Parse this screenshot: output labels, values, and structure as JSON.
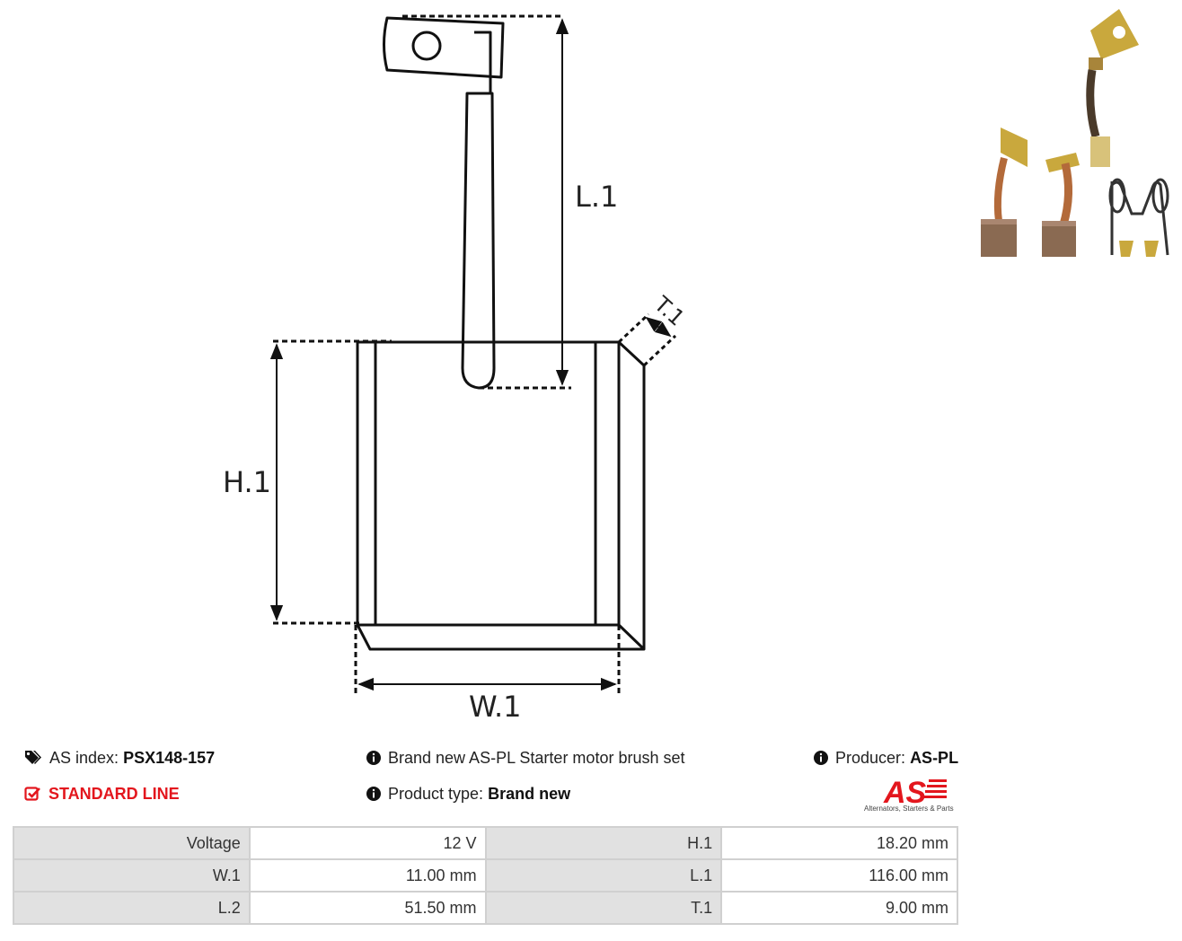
{
  "drawing": {
    "labels": {
      "length": "L.1",
      "height": "H.1",
      "width": "W.1",
      "thickness": "T.1"
    }
  },
  "info": {
    "as_index_label": "AS index:",
    "as_index_value": "PSX148-157",
    "standard_line": "STANDARD LINE",
    "description": "Brand new AS-PL Starter motor brush set",
    "product_type_label": "Product type:",
    "product_type_value": "Brand new",
    "producer_label": "Producer:",
    "producer_value": "AS-PL"
  },
  "logo": {
    "text": "AS",
    "caption": "Alternators, Starters & Parts",
    "color": "#e3161d"
  },
  "specs": [
    [
      {
        "key": "Voltage",
        "value": "12 V"
      },
      {
        "key": "H.1",
        "value": "18.20 mm"
      }
    ],
    [
      {
        "key": "W.1",
        "value": "11.00 mm"
      },
      {
        "key": "L.1",
        "value": "116.00 mm"
      }
    ],
    [
      {
        "key": "L.2",
        "value": "51.50 mm"
      },
      {
        "key": "T.1",
        "value": "9.00 mm"
      }
    ]
  ],
  "icons": {
    "as_index": "tags-icon",
    "standard_line": "check-square-icon",
    "description": "info-circle-icon",
    "product_type": "info-circle-icon",
    "producer": "info-circle-icon"
  },
  "colors": {
    "accent": "#e3161d",
    "table_key_bg": "#e1e1e1",
    "table_border": "#d0d0d0"
  }
}
